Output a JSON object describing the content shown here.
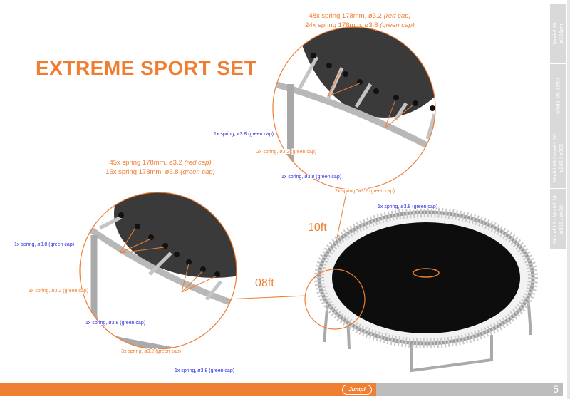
{
  "title": "EXTREME SPORT SET",
  "top_detail": {
    "line1_prefix": "48x spring 178mm, ø3.2 ",
    "line1_cap": "(red cap)",
    "line2_prefix": "24x spring 178mm, ø3.8 ",
    "line2_cap": "(green cap)",
    "labels": [
      "1x spring, ø3.8 (green cap)",
      "2x spring, ø3.2 (green cap)",
      "1x spring, ø3.8 (green cap)",
      "2x spring, ø3.2 (green cap)",
      "1x spring, ø3.8 (green cap)"
    ]
  },
  "left_detail": {
    "line1_prefix": "45x spring 178mm, ø3.2 ",
    "line1_cap": "(red cap)",
    "line2_prefix": "15x spring 178mm, ø3.8 ",
    "line2_cap": "(green cap)",
    "labels": [
      "1x spring, ø3.8 (green cap)",
      "3x spring, ø3.2 (green cap)",
      "1x spring, ø3.8 (green cap)",
      "3x spring, ø3.2 (green cap)",
      "1x spring, ø3.8 (green cap)"
    ]
  },
  "sizes": {
    "ten": "10ft",
    "eight": "08ft"
  },
  "tabs": [
    {
      "line1": "Model 40",
      "line2": "ø105cm"
    },
    {
      "line1": "Model 06  ø200",
      "line2": ""
    },
    {
      "line1": "Model 08  /  Model 10",
      "line2": "ø245  /  ø305"
    },
    {
      "line1": "Model 12  /  Model 14",
      "line2": "ø365  /  ø430"
    }
  ],
  "footer": {
    "brand": "Jumpi",
    "page": "5"
  },
  "colors": {
    "orange": "#ef7d32",
    "blue": "#2a2ae0",
    "grey": "#bdbdbd"
  }
}
